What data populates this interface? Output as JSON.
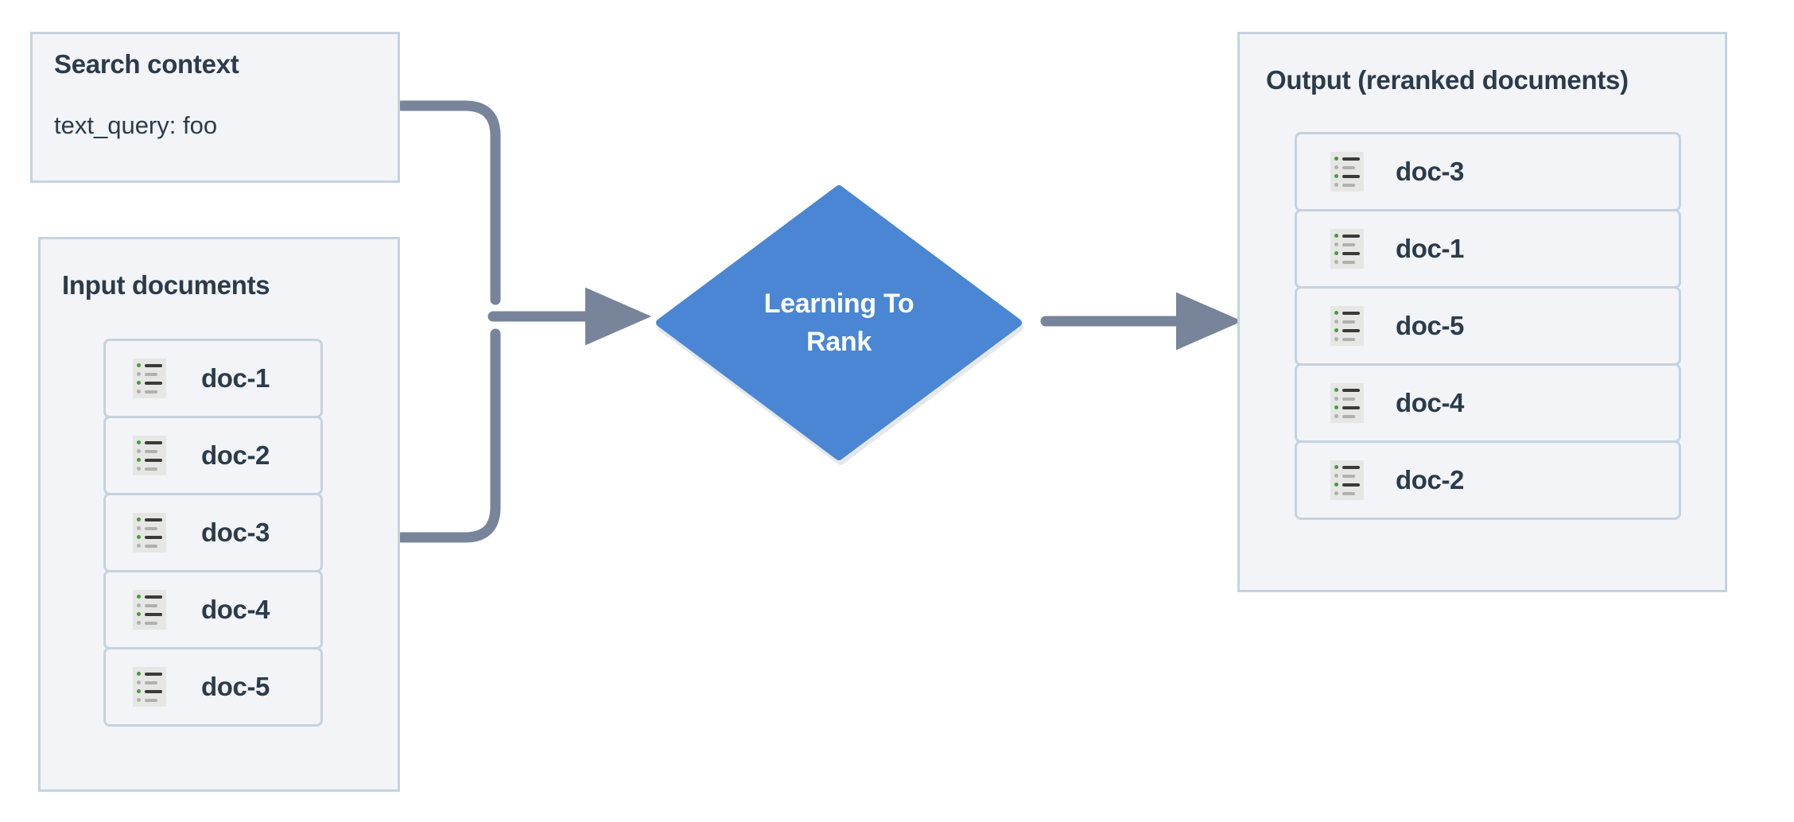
{
  "diagram": {
    "title": "Learning To Rank pipeline",
    "colors": {
      "panel_bg": "#f2f4f7",
      "panel_border": "#c6d2de",
      "text": "#2b3b4b",
      "node_blue": "#4a86d3",
      "edge_gray": "#77849a",
      "icon_bg": "#e6e6e4",
      "icon_dot_green": "#4a9a42",
      "icon_dot_gray": "#b0b0ae"
    }
  },
  "search_context": {
    "title": "Search context",
    "query_label": "text_query: foo",
    "icon": "none"
  },
  "input_documents": {
    "title": "Input documents",
    "docs": [
      {
        "label": "doc-1",
        "icon": "document-list-icon"
      },
      {
        "label": "doc-2",
        "icon": "document-list-icon"
      },
      {
        "label": "doc-3",
        "icon": "document-list-icon"
      },
      {
        "label": "doc-4",
        "icon": "document-list-icon"
      },
      {
        "label": "doc-5",
        "icon": "document-list-icon"
      }
    ]
  },
  "process_node": {
    "label_line1": "Learning To",
    "label_line2": "Rank",
    "shape": "diamond",
    "fill": "#4a86d3"
  },
  "output_documents": {
    "title": "Output (reranked documents)",
    "docs": [
      {
        "label": "doc-3",
        "icon": "document-list-icon"
      },
      {
        "label": "doc-1",
        "icon": "document-list-icon"
      },
      {
        "label": "doc-5",
        "icon": "document-list-icon"
      },
      {
        "label": "doc-4",
        "icon": "document-list-icon"
      },
      {
        "label": "doc-2",
        "icon": "document-list-icon"
      }
    ]
  },
  "edges": [
    {
      "from": "search-context",
      "to": "learning-to-rank",
      "style": "orthogonal-rounded",
      "arrow": true
    },
    {
      "from": "input-documents",
      "to": "learning-to-rank",
      "style": "orthogonal-rounded",
      "arrow": true
    },
    {
      "from": "learning-to-rank",
      "to": "output-documents",
      "style": "straight",
      "arrow": true
    }
  ]
}
